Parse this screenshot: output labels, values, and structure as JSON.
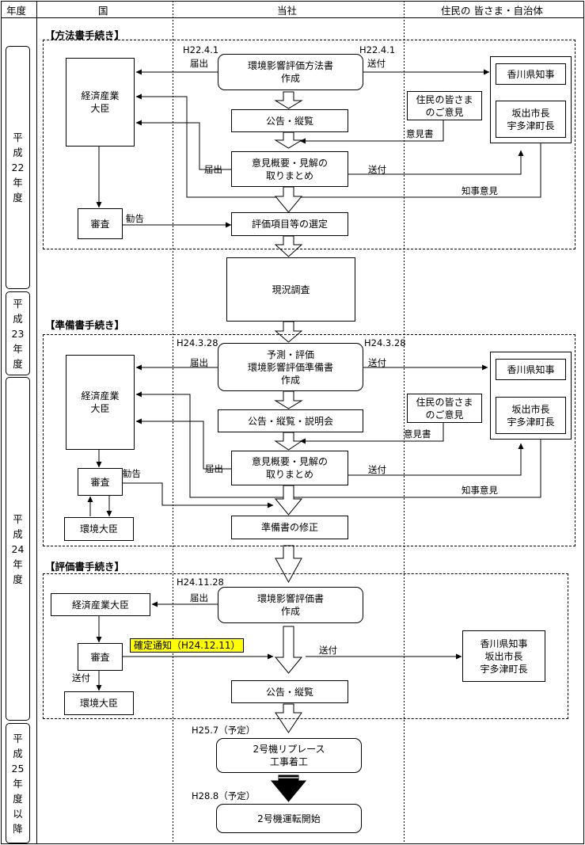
{
  "header": {
    "col_year": "年度",
    "col_country": "国",
    "col_company": "当社",
    "col_residents": "住民の 皆さま・自治体"
  },
  "years": {
    "h22": "平\n成\n22\n年\n度",
    "h23": "平\n成\n23\n年\n度",
    "h24": "平\n成\n24\n年\n度",
    "h25": "平\n成\n25\n年\n度\n以\n降"
  },
  "sections": {
    "method": "【方法書手続き】",
    "prep": "【準備書手続き】",
    "eval": "【評価書手続き】"
  },
  "method": {
    "date_left": "H22.4.1",
    "date_right": "H22.4.1",
    "main": "環境影響評価方法書\n作成",
    "minister": "経済産業\n大臣",
    "koukoku": "公告・縦覧",
    "residents": "住民の皆さま\nのご意見",
    "kagawa": "香川県知事",
    "cities": "坂出市長\n宇多津町長",
    "summary": "意見概要・見解の\n取りまとめ",
    "review": "審査",
    "selection": "評価項目等の選定",
    "lbl_todokede1": "届出",
    "lbl_soufu1": "送付",
    "lbl_ikensho": "意見書",
    "lbl_todokede2": "届出",
    "lbl_soufu2": "送付",
    "lbl_chiji": "知事意見",
    "lbl_kankoku": "勧告"
  },
  "survey": "現況調査",
  "prep": {
    "date_left": "H24.3.28",
    "date_right": "H24.3.28",
    "main": "予測・評価\n環境影響評価準備書\n作成",
    "minister": "経済産業\n大臣",
    "koukoku": "公告・縦覧・説明会",
    "residents": "住民の皆さま\nのご意見",
    "kagawa": "香川県知事",
    "cities": "坂出市長\n宇多津町長",
    "summary": "意見概要・見解の\n取りまとめ",
    "review": "審査",
    "env_minister": "環境大臣",
    "revision": "準備書の修正",
    "lbl_todokede1": "届出",
    "lbl_soufu1": "送付",
    "lbl_ikensho": "意見書",
    "lbl_todokede2": "届出",
    "lbl_soufu2": "送付",
    "lbl_chiji": "知事意見",
    "lbl_kankoku": "勧告"
  },
  "eval": {
    "date_left": "H24.11.28",
    "main": "環境影響評価書\n作成",
    "minister": "経済産業大臣",
    "review": "審査",
    "notice": "確定通知（H24.12.11）",
    "env_minister": "環境大臣",
    "koukoku": "公告・縦覧",
    "recipients": "香川県知事\n坂出市長\n宇多津町長",
    "lbl_todokede": "届出",
    "lbl_soufu": "送付",
    "lbl_soufu2": "送付"
  },
  "final": {
    "date1": "H25.7（予定）",
    "replace": "2号機リプレース\n工事着工",
    "date2": "H28.8（予定）",
    "operation": "2号機運転開始"
  }
}
